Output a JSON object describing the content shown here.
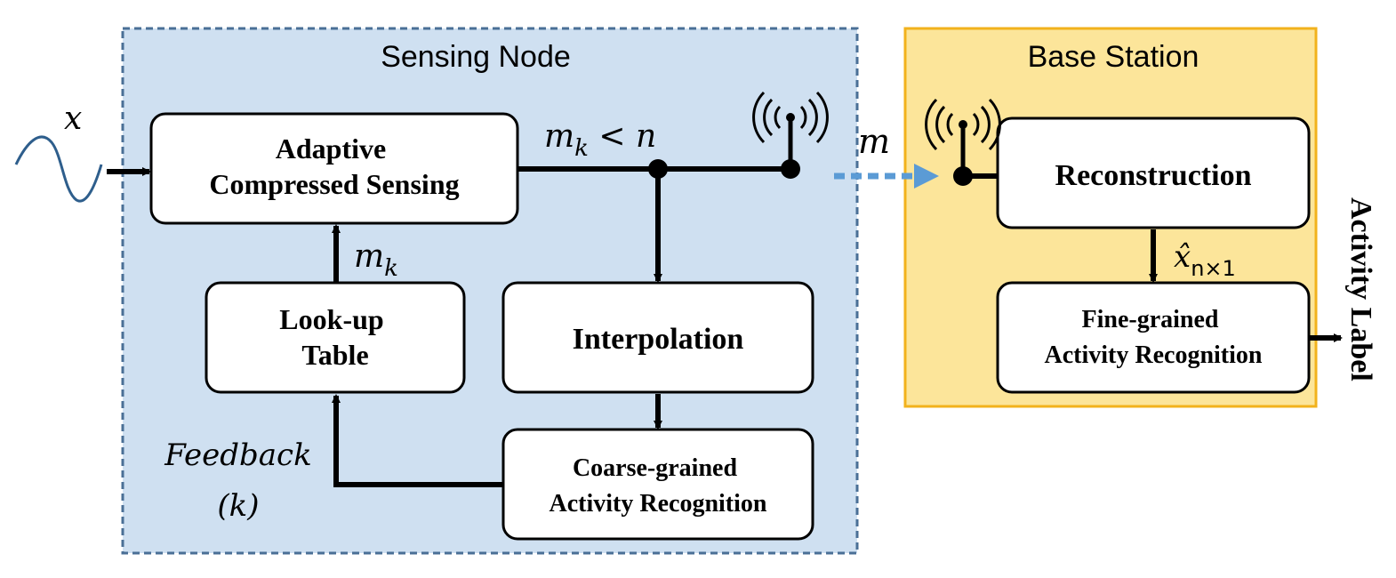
{
  "regions": {
    "sensing_node": {
      "title": "Sensing Node",
      "fill": "#cfe0f1",
      "border": "#4a6f96"
    },
    "base_station": {
      "title": "Base Station",
      "fill": "#fce59a",
      "border": "#f2b21c"
    }
  },
  "blocks": {
    "adaptive_cs": [
      "Adaptive",
      "Compressed Sensing"
    ],
    "lookup_table": [
      "Look-up",
      "Table"
    ],
    "interpolation": [
      "Interpolation"
    ],
    "coarse_ar": [
      "Coarse-grained",
      "Activity Recognition"
    ],
    "reconstruction": [
      "Reconstruction"
    ],
    "fine_ar": [
      "Fine-grained",
      "Activity Recognition"
    ]
  },
  "labels": {
    "input_signal": "x",
    "mk_less_n": {
      "m": "m",
      "sub": "k",
      "rest": " < n"
    },
    "mk": {
      "m": "m",
      "sub": "k"
    },
    "m_link": "m",
    "xhat": {
      "x": "x̂",
      "sub": "n×1"
    },
    "feedback": "Feedback",
    "feedback_k": "(k)",
    "output": "Activity Label"
  },
  "colors": {
    "wireless_link": "#5b9bd5",
    "signal_wave": "#2e5e8c"
  },
  "icons": [
    "antenna-icon",
    "antenna-icon"
  ]
}
